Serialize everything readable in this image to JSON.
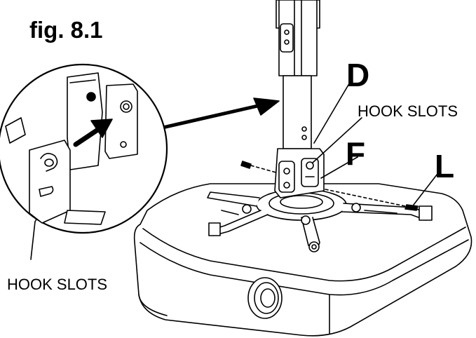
{
  "figure": {
    "title": "fig. 8.1"
  },
  "callouts": {
    "d": "D",
    "f": "F",
    "l": "L",
    "hook_slots_right": "HOOK SLOTS",
    "hook_slots_left": "HOOK SLOTS"
  },
  "colors": {
    "ink": "#000000",
    "paper": "#ffffff"
  }
}
